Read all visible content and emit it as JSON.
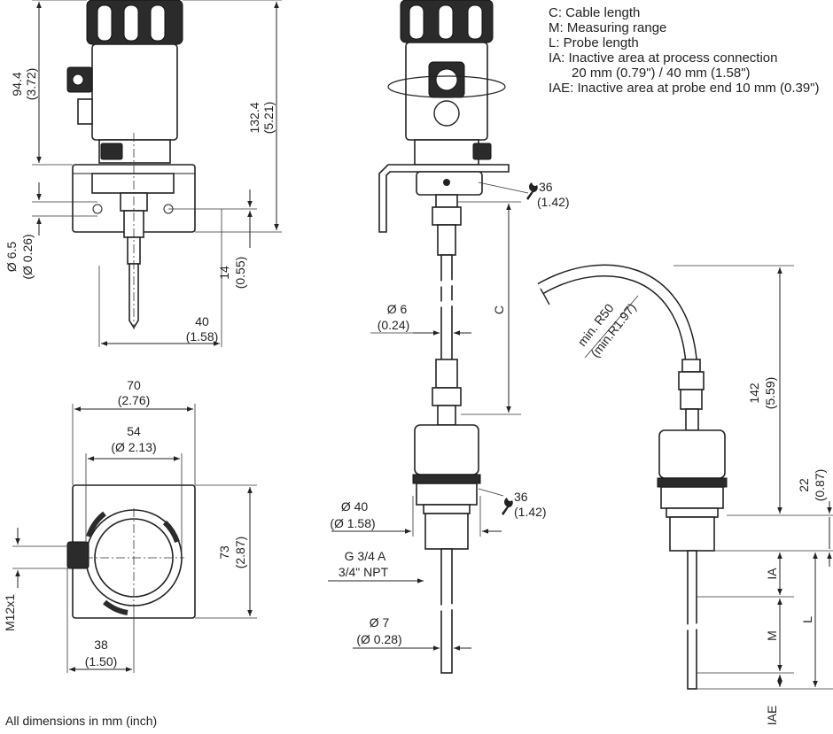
{
  "legend": {
    "c": "C:    Cable length",
    "m": "M:   Measuring range",
    "l": "L:   Probe length",
    "ia": "IA:   Inactive area at process connection",
    "ia_values": "20 mm (0.79\") / 40 mm (1.58\")",
    "iae": "IAE: Inactive area at probe end 10 mm (0.39\")"
  },
  "footer": "All dimensions in mm (inch)",
  "dims": {
    "d94_4": "94.4",
    "d3_72": "(3.72)",
    "d132_4": "132.4",
    "d5_21": "(5.21)",
    "d6_5": "Ø 6.5",
    "d0_26": "(Ø 0.26)",
    "d14": "14",
    "d0_55": "(0.55)",
    "d40": "40",
    "d1_58": "(1.58)",
    "d70": "70",
    "d2_76": "(2.76)",
    "d54": "54",
    "d2_13": "(Ø 2.13)",
    "d73": "73",
    "d2_87": "(2.87)",
    "m12": "M12x1",
    "d38": "38",
    "d1_50": "(1.50)",
    "wrench36a": "36",
    "wrench1_42a": "(1.42)",
    "phi6": "Ø 6",
    "phi0_24": "(0.24)",
    "c": "C",
    "phi40": "Ø 40",
    "phi1_58": "(Ø 1.58)",
    "wrench36b": "36",
    "wrench1_42b": "(1.42)",
    "g34": "G 3/4 A",
    "npt": "3/4\" NPT",
    "phi7": "Ø 7",
    "phi0_28": "(Ø 0.28)",
    "minr50": "min. R50",
    "minr197": "(min.R1.97)",
    "d142": "142",
    "d5_59": "(5.59)",
    "d22": "22",
    "d0_87": "(0.87)",
    "ia": "IA",
    "m": "M",
    "l": "L",
    "iae": "IAE"
  }
}
